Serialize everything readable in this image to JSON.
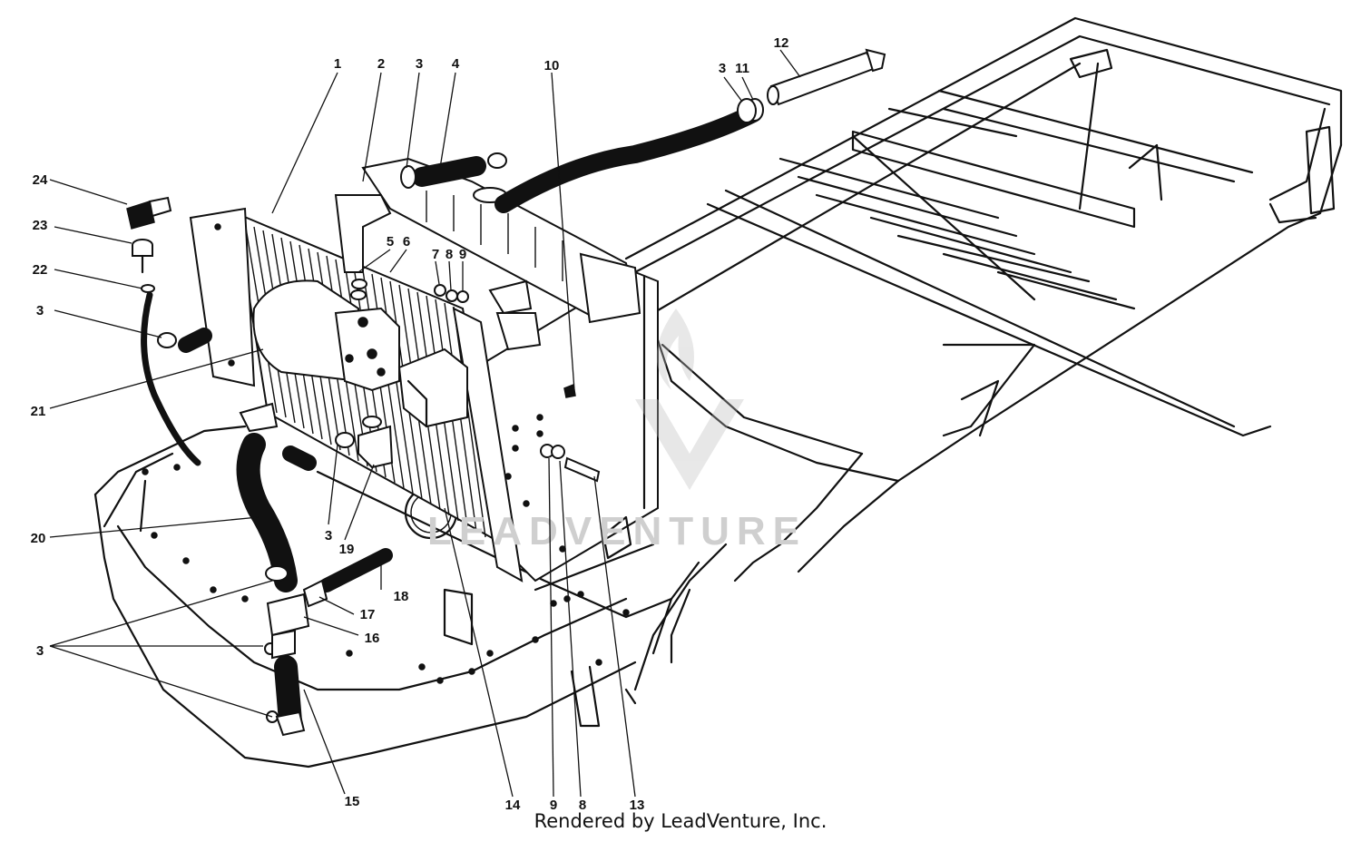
{
  "watermark": {
    "brand": "LEADVENTURE"
  },
  "credit": "Rendered by LeadVenture, Inc.",
  "callouts": {
    "c1": "1",
    "c2": "2",
    "c3a": "3",
    "c4": "4",
    "c10": "10",
    "c3b": "3",
    "c11": "11",
    "c12": "12",
    "c24": "24",
    "c23": "23",
    "c22": "22",
    "c3c": "3",
    "c5": "5",
    "c6": "6",
    "c7": "7",
    "c8a": "8",
    "c9a": "9",
    "c21": "21",
    "c20": "20",
    "c3d": "3",
    "c19": "19",
    "c18": "18",
    "c17": "17",
    "c16": "16",
    "c3e": "3",
    "c15": "15",
    "c14": "14",
    "c9b": "9",
    "c8b": "8",
    "c13": "13"
  }
}
